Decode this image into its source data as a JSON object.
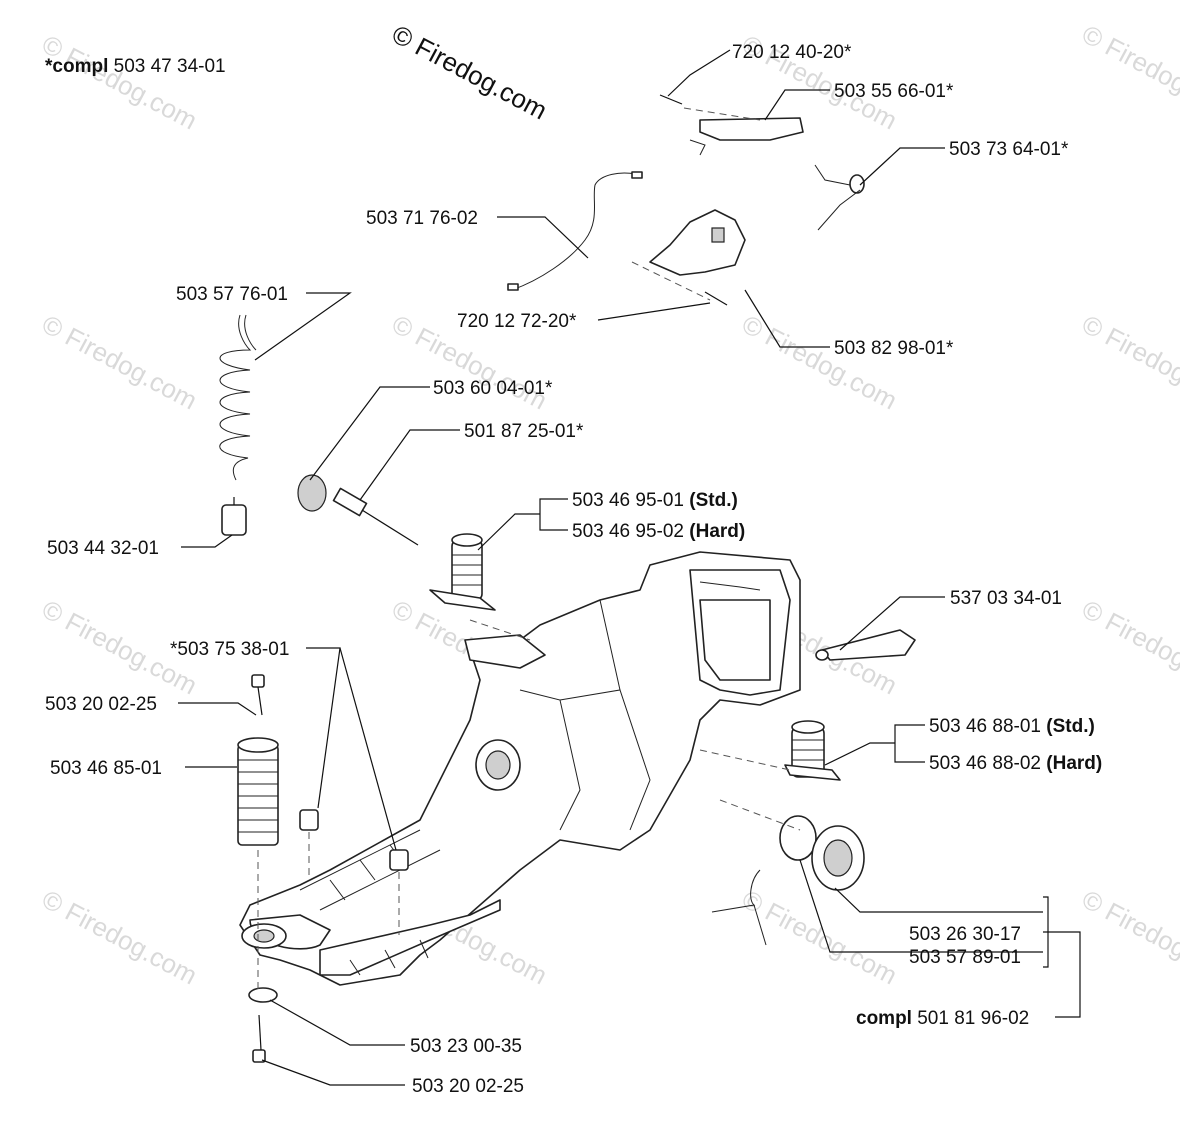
{
  "copyright": "© Firedog.com",
  "watermark": "© Firedog.com",
  "labels": {
    "compl_top": {
      "bold": "*compl",
      "text": " 503 47 34-01"
    },
    "p720124020": {
      "text": "720 12 40-20*"
    },
    "p503556601": {
      "text": "503 55 66-01*"
    },
    "p503736401": {
      "text": "503 73 64-01*"
    },
    "p503717602": {
      "text": "503 71 76-02"
    },
    "p720127220": {
      "text": "720 12 72-20*"
    },
    "p503829801": {
      "text": "503 82 98-01*"
    },
    "p503577601": {
      "text": "503 57 76-01"
    },
    "p503600401": {
      "text": "503 60 04-01*"
    },
    "p501872501": {
      "text": "501 87 25-01*"
    },
    "p503469501": {
      "text": "503 46 95-01 ",
      "bold": "(Std.)"
    },
    "p503469502": {
      "text": "503 46 95-02 ",
      "bold": "(Hard)"
    },
    "p503443201": {
      "text": "503 44 32-01"
    },
    "p537033401": {
      "text": "537 03 34-01"
    },
    "p503753801": {
      "text": "*503 75 38-01"
    },
    "p503200225a": {
      "text": "503 20 02-25"
    },
    "p503468801": {
      "text": "503 46 88-01 ",
      "bold": "(Std.)"
    },
    "p503468802": {
      "text": "503 46 88-02 ",
      "bold": "(Hard)"
    },
    "p503468501": {
      "text": "503 46 85-01"
    },
    "p503263017": {
      "text": "503 26 30-17"
    },
    "p503578901": {
      "text": "503 57 89-01"
    },
    "compl_bottom": {
      "bold": "compl",
      "text": " 501 81 96-02"
    },
    "p503230035": {
      "text": "503 23 00-35"
    },
    "p503200225b": {
      "text": "503 20 02-25"
    }
  }
}
